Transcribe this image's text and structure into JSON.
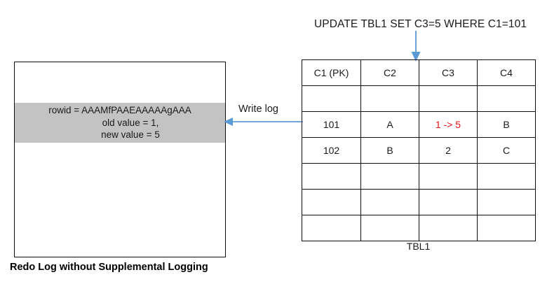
{
  "sql": {
    "statement": "UPDATE TBL1 SET C3=5 WHERE C1=101"
  },
  "redo_log": {
    "caption": "Redo Log without Supplemental Logging",
    "entry": {
      "rowid_line": "rowid = AAAMfPAAEAAAAAgAAA",
      "old_value_line": "old value = 1,",
      "new_value_line": "new value = 5"
    },
    "entry_background": "#c3c3c3"
  },
  "flow": {
    "write_log_label": "Write log",
    "arrow_color": "#5b9bd5"
  },
  "table": {
    "caption": "TBL1",
    "headers": [
      "C1 (PK)",
      "C2",
      "C3",
      "C4"
    ],
    "rows": [
      [
        "",
        "",
        "",
        ""
      ],
      [
        "101",
        "A",
        "1 -> 5",
        "B"
      ],
      [
        "102",
        "B",
        "2",
        "C"
      ],
      [
        "",
        "",
        "",
        ""
      ],
      [
        "",
        "",
        "",
        ""
      ],
      [
        "",
        "",
        "",
        ""
      ]
    ],
    "changed_cell": {
      "row": 1,
      "col": 2,
      "color": "#e81313"
    }
  }
}
